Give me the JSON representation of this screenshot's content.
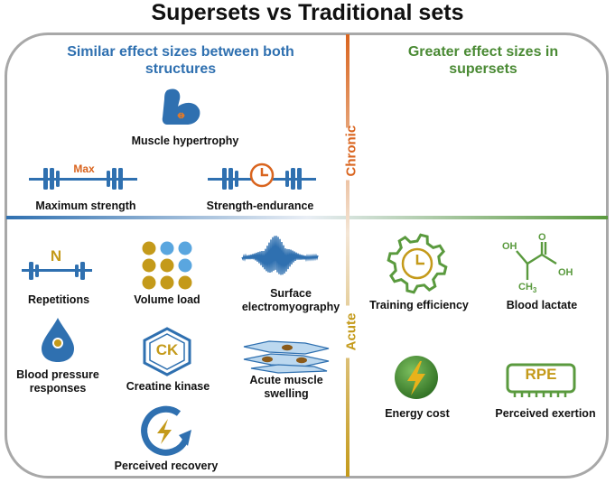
{
  "title": "Supersets vs Traditional sets",
  "headers": {
    "similar": "Similar effect sizes between both structures",
    "greater": "Greater effect sizes in supersets"
  },
  "axis": {
    "chronic": "Chronic",
    "acute": "Acute"
  },
  "chronic_similar": {
    "hypertrophy": "Muscle hypertrophy",
    "max_strength": "Maximum strength",
    "max_badge": "Max",
    "strength_endurance": "Strength-endurance"
  },
  "acute_similar": {
    "repetitions": "Repetitions",
    "reps_badge": "N",
    "volume_load": "Volume load",
    "emg": "Surface electromyography",
    "blood_pressure": "Blood pressure responses",
    "creatine_kinase": "Creatine kinase",
    "ck_badge": "CK",
    "swelling": "Acute muscle swelling",
    "recovery": "Perceived recovery"
  },
  "acute_greater": {
    "efficiency": "Training efficiency",
    "lactate": "Blood lactate",
    "lactate_oh1": "OH",
    "lactate_o": "O",
    "lactate_oh2": "OH",
    "lactate_ch3": "CH",
    "lactate_ch3_sub": "3",
    "energy": "Energy cost",
    "exertion": "Perceived exertion",
    "rpe_badge": "RPE"
  },
  "colors": {
    "blue": "#2f70b0",
    "green": "#4a8a34",
    "orange": "#d9641e",
    "gold": "#c49a1a",
    "light_blue": "#5aa6df"
  }
}
